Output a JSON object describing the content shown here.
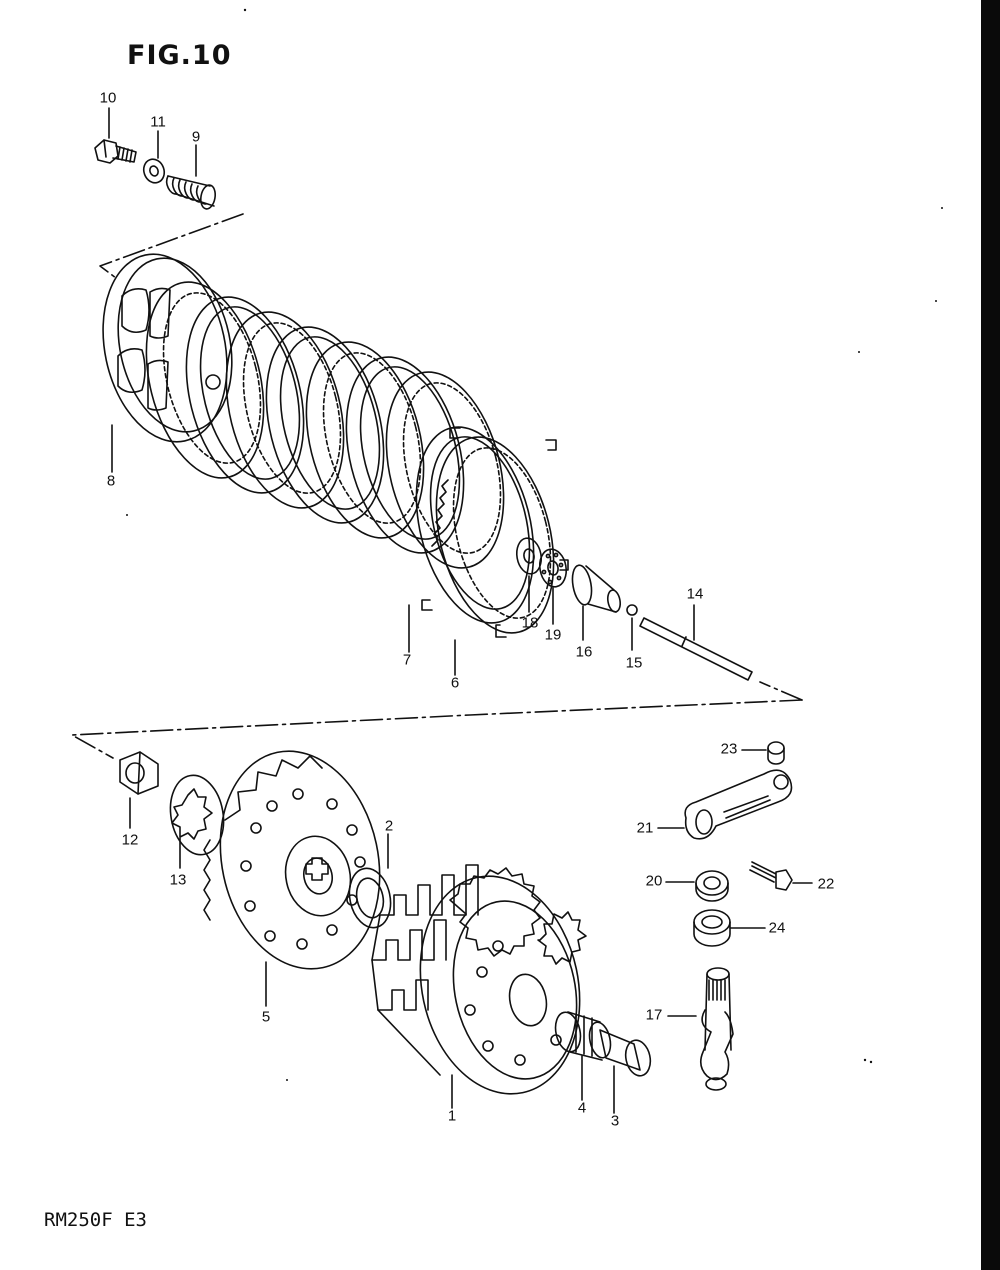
{
  "figure": {
    "title": "FIG.10",
    "model": "RM250F  E3"
  },
  "callouts": [
    {
      "id": "p10",
      "text": "10"
    },
    {
      "id": "p11",
      "text": "11"
    },
    {
      "id": "p9",
      "text": "9"
    },
    {
      "id": "p8",
      "text": "8"
    },
    {
      "id": "p7",
      "text": "7"
    },
    {
      "id": "p6",
      "text": "6"
    },
    {
      "id": "p18",
      "text": "18"
    },
    {
      "id": "p19",
      "text": "19"
    },
    {
      "id": "p16",
      "text": "16"
    },
    {
      "id": "p15",
      "text": "15"
    },
    {
      "id": "p14",
      "text": "14"
    },
    {
      "id": "p12",
      "text": "12"
    },
    {
      "id": "p13",
      "text": "13"
    },
    {
      "id": "p2",
      "text": "2"
    },
    {
      "id": "p5",
      "text": "5"
    },
    {
      "id": "p1",
      "text": "1"
    },
    {
      "id": "p4",
      "text": "4"
    },
    {
      "id": "p3",
      "text": "3"
    },
    {
      "id": "p23",
      "text": "23"
    },
    {
      "id": "p21",
      "text": "21"
    },
    {
      "id": "p20",
      "text": "20"
    },
    {
      "id": "p22",
      "text": "22"
    },
    {
      "id": "p24",
      "text": "24"
    },
    {
      "id": "p17",
      "text": "17"
    }
  ],
  "colors": {
    "ink": "#111111",
    "paper": "#ffffff",
    "edge": "#0a0a0a"
  }
}
